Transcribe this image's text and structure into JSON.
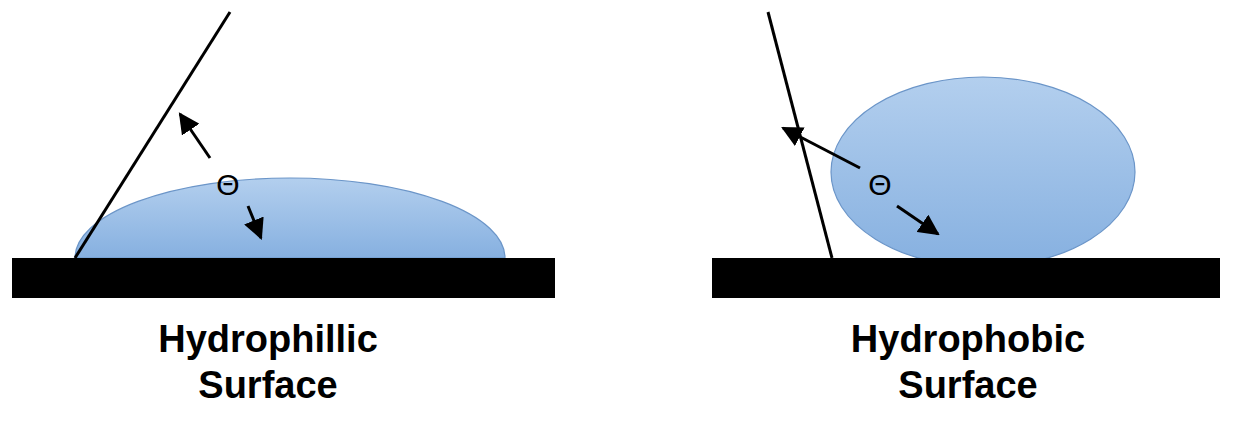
{
  "diagram": {
    "labels": [
      "Θ",
      "Hydrophillic Surface",
      "Θ",
      "Hydrophobic Surface"
    ]
  }
}
